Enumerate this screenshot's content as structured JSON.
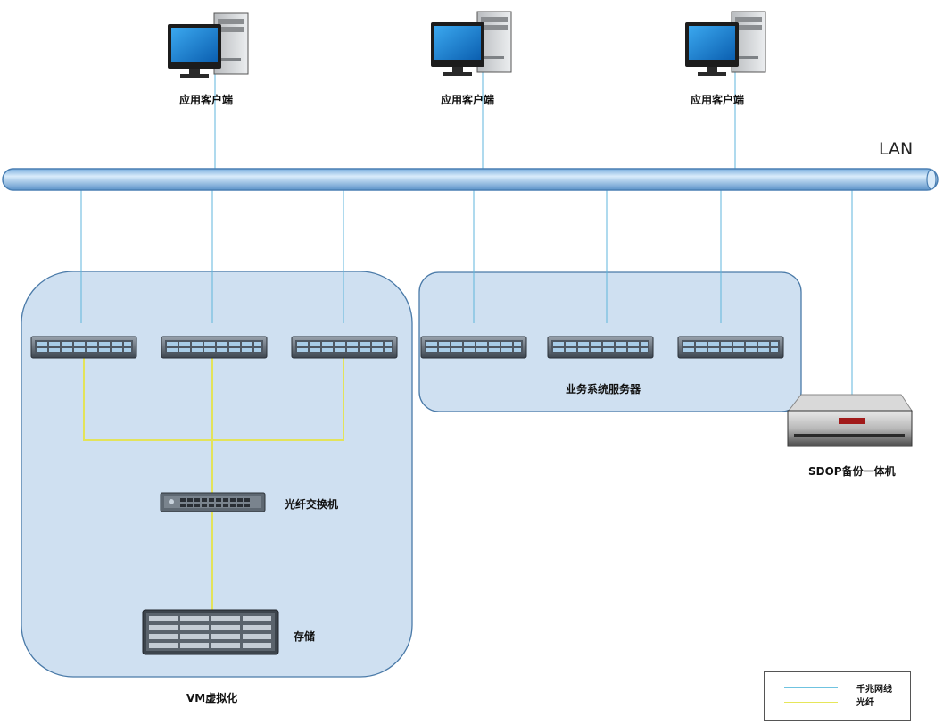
{
  "network": {
    "lan_label": "LAN"
  },
  "clients": [
    {
      "label": "应用客户端"
    },
    {
      "label": "应用客户端"
    },
    {
      "label": "应用客户端"
    }
  ],
  "vm_group": {
    "label": "VM虚拟化",
    "fiber_switch_label": "光纤交换机",
    "storage_label": "存储"
  },
  "business_group": {
    "label": "业务系统服务器"
  },
  "backup": {
    "label": "SDOP备份一体机"
  },
  "legend": {
    "items": [
      {
        "label": "千兆网线",
        "color": "#6fc3e0"
      },
      {
        "label": "光纤",
        "color": "#e6e65a"
      }
    ]
  },
  "colors": {
    "group_fill": "#cfe0f1",
    "group_border": "#4a7aa8",
    "lan_pipe": "#9ec6ea",
    "ethernet": "#5fb6dc",
    "fiber": "#e3e35a"
  }
}
